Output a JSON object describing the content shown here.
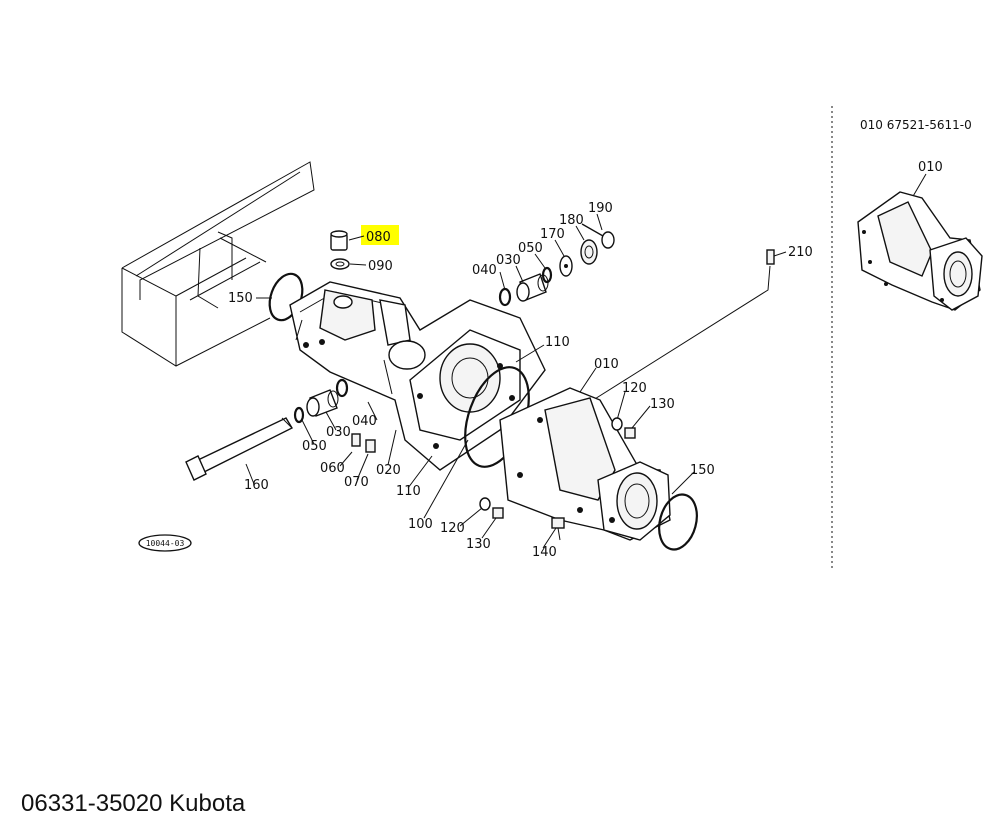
{
  "diagram": {
    "highlight_color": "#ffff00",
    "highlighted_part": "080",
    "labels": {
      "p010": "010",
      "p020": "020",
      "p030a": "030",
      "p030b": "030",
      "p040a": "040",
      "p040b": "040",
      "p050a": "050",
      "p050b": "050",
      "p060": "060",
      "p070": "070",
      "p080": "080",
      "p090": "090",
      "p100": "100",
      "p110a": "110",
      "p110b": "110",
      "p120a": "120",
      "p120b": "120",
      "p130a": "130",
      "p130b": "130",
      "p140": "140",
      "p150a": "150",
      "p150b": "150",
      "p160": "160",
      "p170": "170",
      "p180": "180",
      "p190": "190",
      "p210": "210"
    },
    "stamp": "10044-03",
    "inset": {
      "header": "010  67521-5611-0",
      "label": "010"
    }
  },
  "caption": "06331-35020 Kubota"
}
